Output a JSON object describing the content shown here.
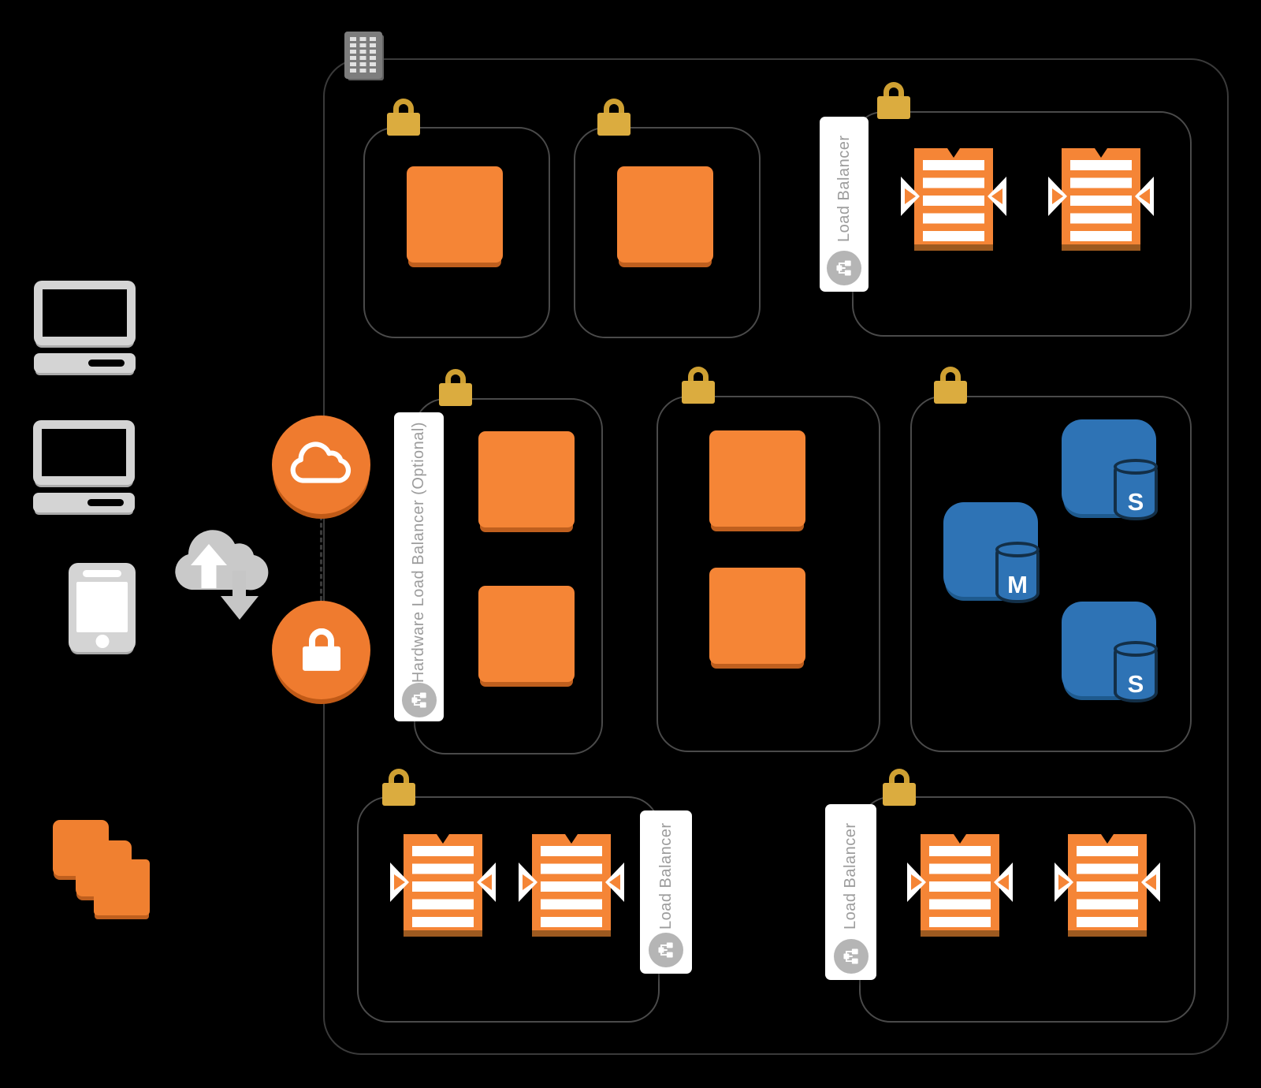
{
  "title": "AWS VPC multi-tier architecture diagram",
  "labels": {
    "load_balancer": "Load Balancer",
    "hardware_load_balancer": "Hardware Load Balancer (Optional)"
  },
  "databases": {
    "master_letter": "M",
    "standby_top_letter": "S",
    "standby_bottom_letter": "S"
  },
  "icons": {
    "corporate_datacenter": "building-grid-icon",
    "internet": "cloud-with-up-down-arrows-icon",
    "vpc_cloud_endpoint": "cloud-outline-icon",
    "vpc_secure_endpoint": "lock-icon",
    "security_group": "padlock-icon",
    "load_balancer_badge": "network-nodes-icon",
    "compute_instance": "orange-square-icon",
    "striped_server": "server-with-arrows-icon",
    "database": "blue-square-cylinder-icon",
    "clients": [
      "desktop-icon",
      "desktop-icon",
      "mobile-phone-icon"
    ],
    "app_stack": "stacked-squares-icon"
  },
  "colors": {
    "background": "#000000",
    "aws_orange": "#F58536",
    "orange_shadow": "#BF5F1E",
    "lock_gold": "#DBAC3F",
    "rds_blue": "#2E73B5",
    "rds_navy_outline": "#132F47",
    "device_gray": "#D4D4D4",
    "internet_cloud_gray": "#C9C9C9",
    "label_text_gray": "#9C9C9C",
    "badge_gray": "#B5B5B5",
    "box_border_gray": "#4A4A4A",
    "vpc_border_gray": "#3A3A3A"
  }
}
